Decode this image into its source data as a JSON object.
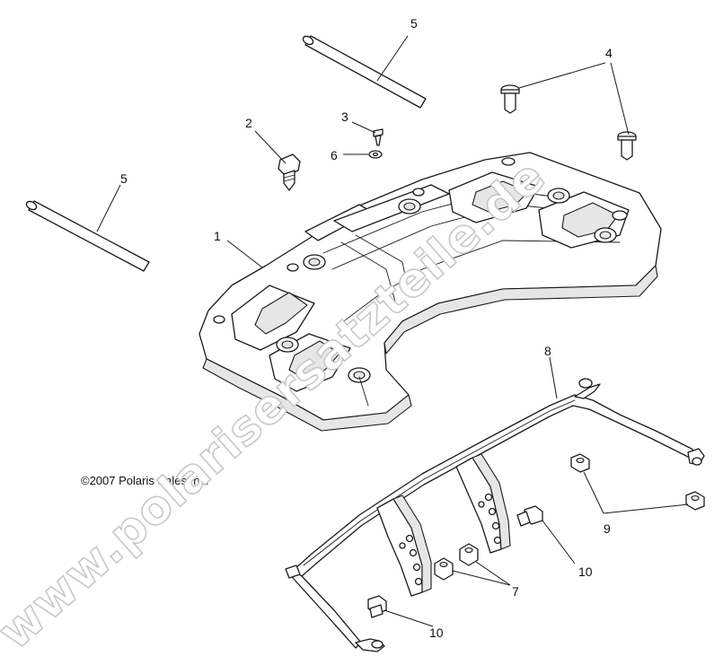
{
  "copyright": "©2007 Polaris Sales Inc.",
  "watermark": "www.polarisersatzteile.de",
  "callouts": [
    "1",
    "2",
    "3",
    "4",
    "5",
    "6",
    "7",
    "8",
    "9",
    "10"
  ],
  "labels": {
    "rack": "1",
    "screw_large": "2",
    "screw_small": "3",
    "pin": "4",
    "rod_top": "5",
    "rod_left": "5",
    "washer": "6",
    "nuts_center": "7",
    "bumper": "8",
    "nuts_right": "9",
    "bolt_right": "10",
    "bolt_bottom": "10"
  }
}
